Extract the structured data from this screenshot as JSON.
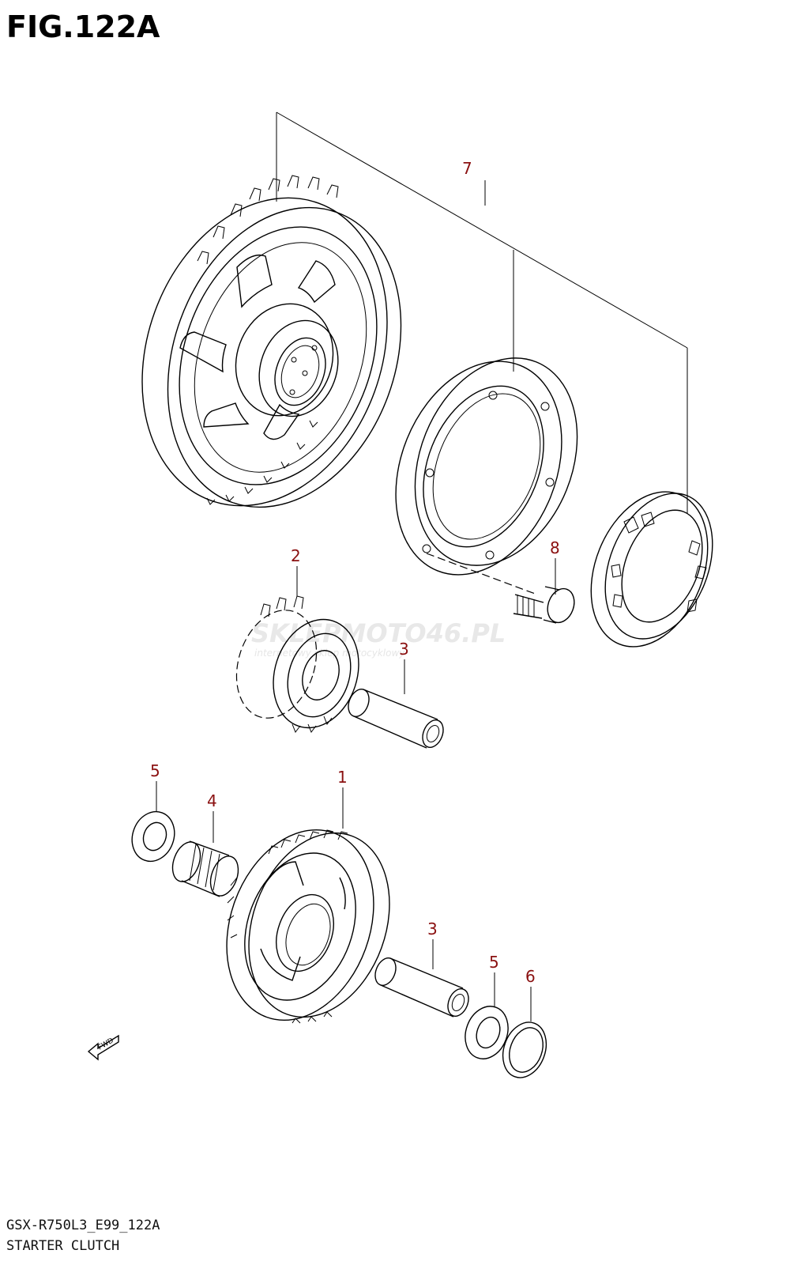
{
  "figure": {
    "title": "FIG.122A",
    "model_code": "GSX-R750L3_E99_122A",
    "section_name": "STARTER CLUTCH"
  },
  "callouts": {
    "c1": "1",
    "c2": "2",
    "c3a": "3",
    "c3b": "3",
    "c4": "4",
    "c5a": "5",
    "c5b": "5",
    "c6": "6",
    "c7": "7",
    "c8": "8"
  },
  "watermark": {
    "brand": "SKLEPMOTO46.PL",
    "tagline": "internetowy sklep motocyklowy"
  },
  "direction_marker": "FWD",
  "colors": {
    "callout": "#8a1010",
    "line": "#000000",
    "watermark": "#e8e8e8"
  }
}
